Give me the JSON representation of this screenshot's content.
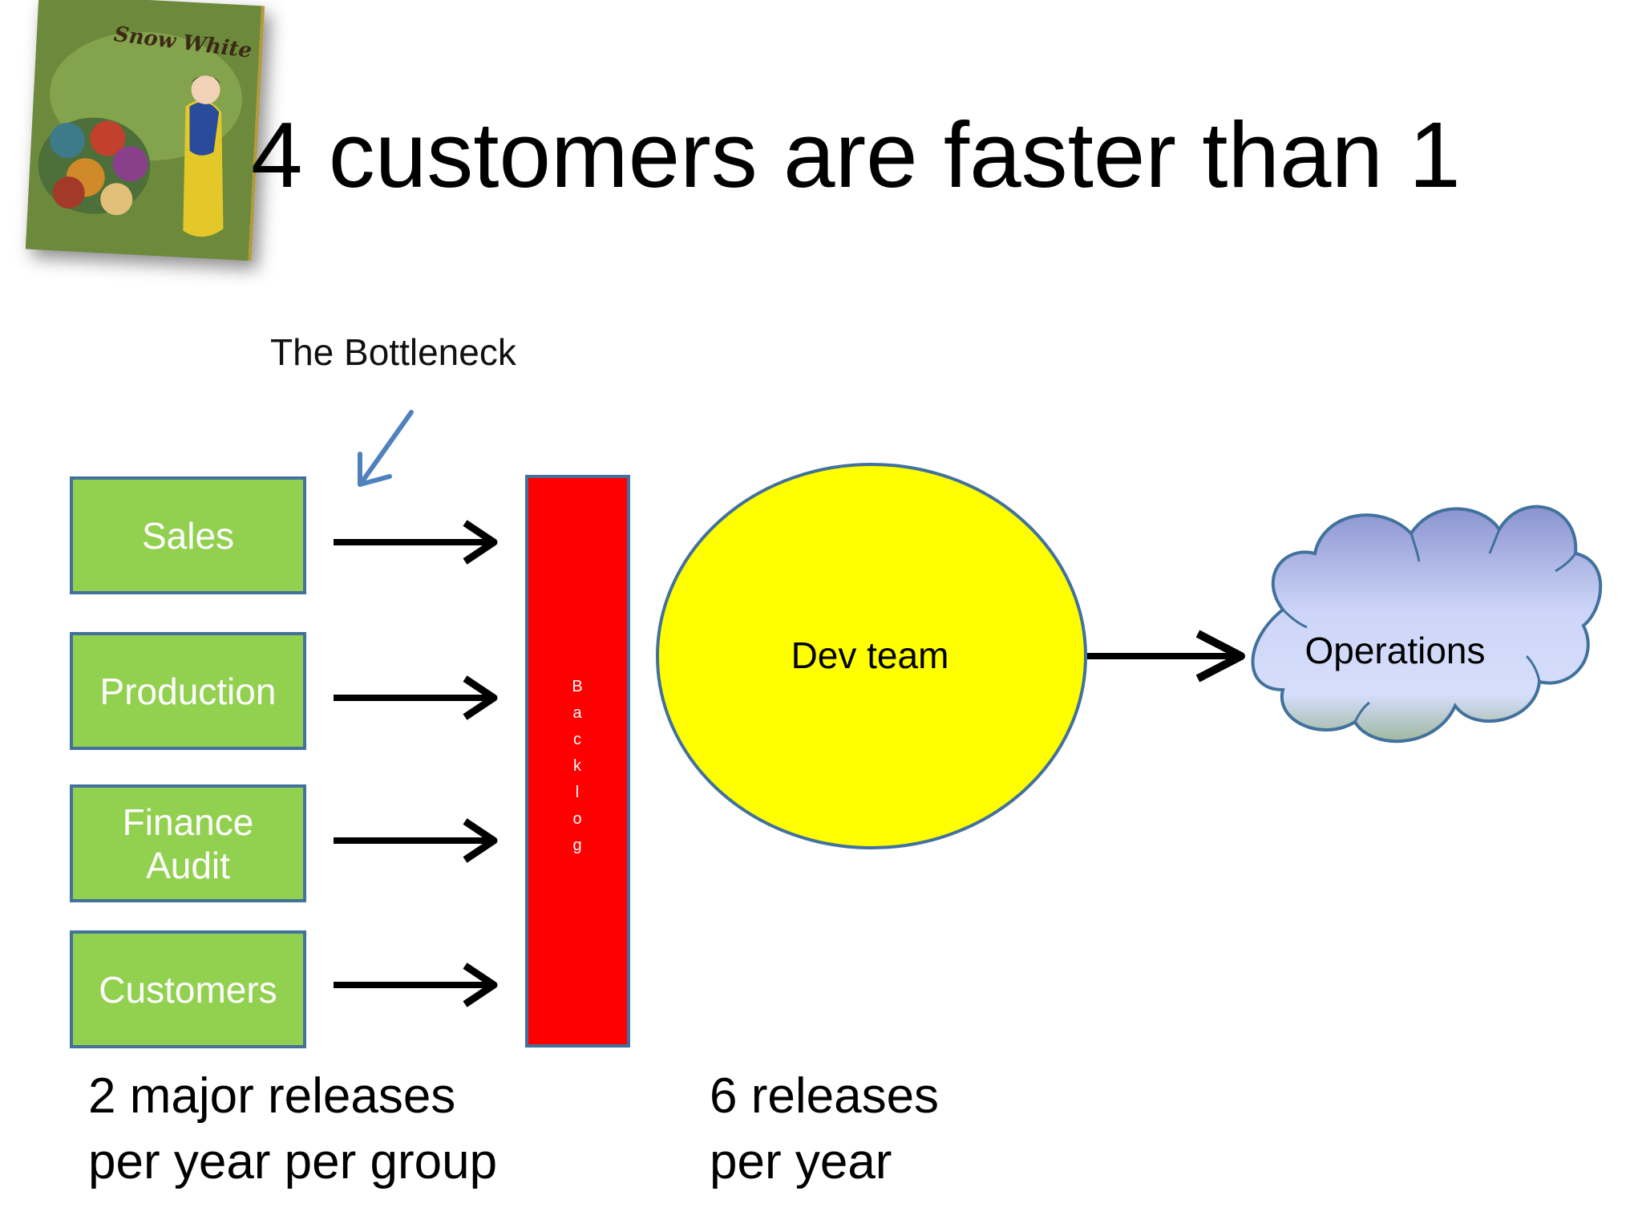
{
  "slide": {
    "title": "4 customers are faster than 1",
    "bottleneck_label": "The Bottleneck",
    "book_title": "Snow White"
  },
  "sources": [
    {
      "label": "Sales"
    },
    {
      "label": "Production"
    },
    {
      "label": "Finance Audit"
    },
    {
      "label": "Customers"
    }
  ],
  "backlog": {
    "letters": "B a c k l o g",
    "color": "#ff0000"
  },
  "dev_team": {
    "label": "Dev team",
    "color": "#ffff00"
  },
  "operations": {
    "label": "Operations"
  },
  "notes": {
    "left_line1": "2 major releases",
    "left_line2": "per year per group",
    "right_line1": "6 releases",
    "right_line2": "per year"
  },
  "colors": {
    "box_fill": "#92d050",
    "box_border": "#41719c",
    "cloud_fill": "#c9d4f4",
    "pointer_arrow": "#4f81bd"
  }
}
